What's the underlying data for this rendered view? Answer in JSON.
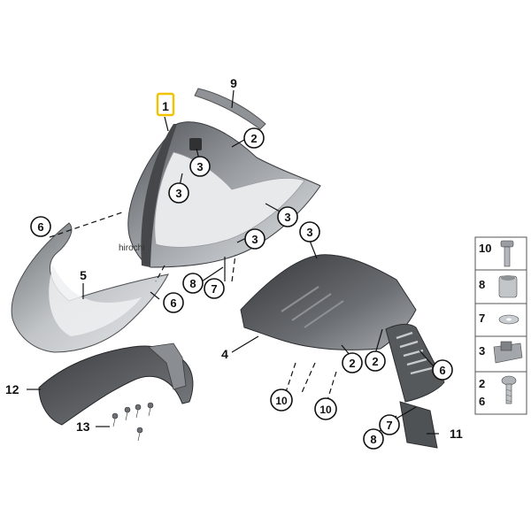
{
  "watermark": "hirochi",
  "callouts": {
    "c1": "1",
    "c9": "9",
    "c2a": "2",
    "c3a": "3",
    "c3b": "3",
    "c3c": "3",
    "c3d": "3",
    "c3e": "3",
    "c6a": "6",
    "c5": "5",
    "c8a": "8",
    "c7a": "7",
    "c6b": "6",
    "c4": "4",
    "c2b": "2",
    "c2c": "2",
    "c6c": "6",
    "c10a": "10",
    "c10b": "10",
    "c7b": "7",
    "c8b": "8",
    "c11": "11",
    "c12": "12",
    "c13": "13"
  },
  "legend": {
    "r1": "10",
    "r2": "8",
    "r3": "7",
    "r4": "3",
    "r5a": "2",
    "r5b": "6"
  },
  "colors": {
    "highlight": "#f2c200",
    "panel_dark": "#5f6266",
    "panel_mid": "#8e9297",
    "panel_light": "#d6d9dc",
    "fender": "#4a4c50"
  }
}
